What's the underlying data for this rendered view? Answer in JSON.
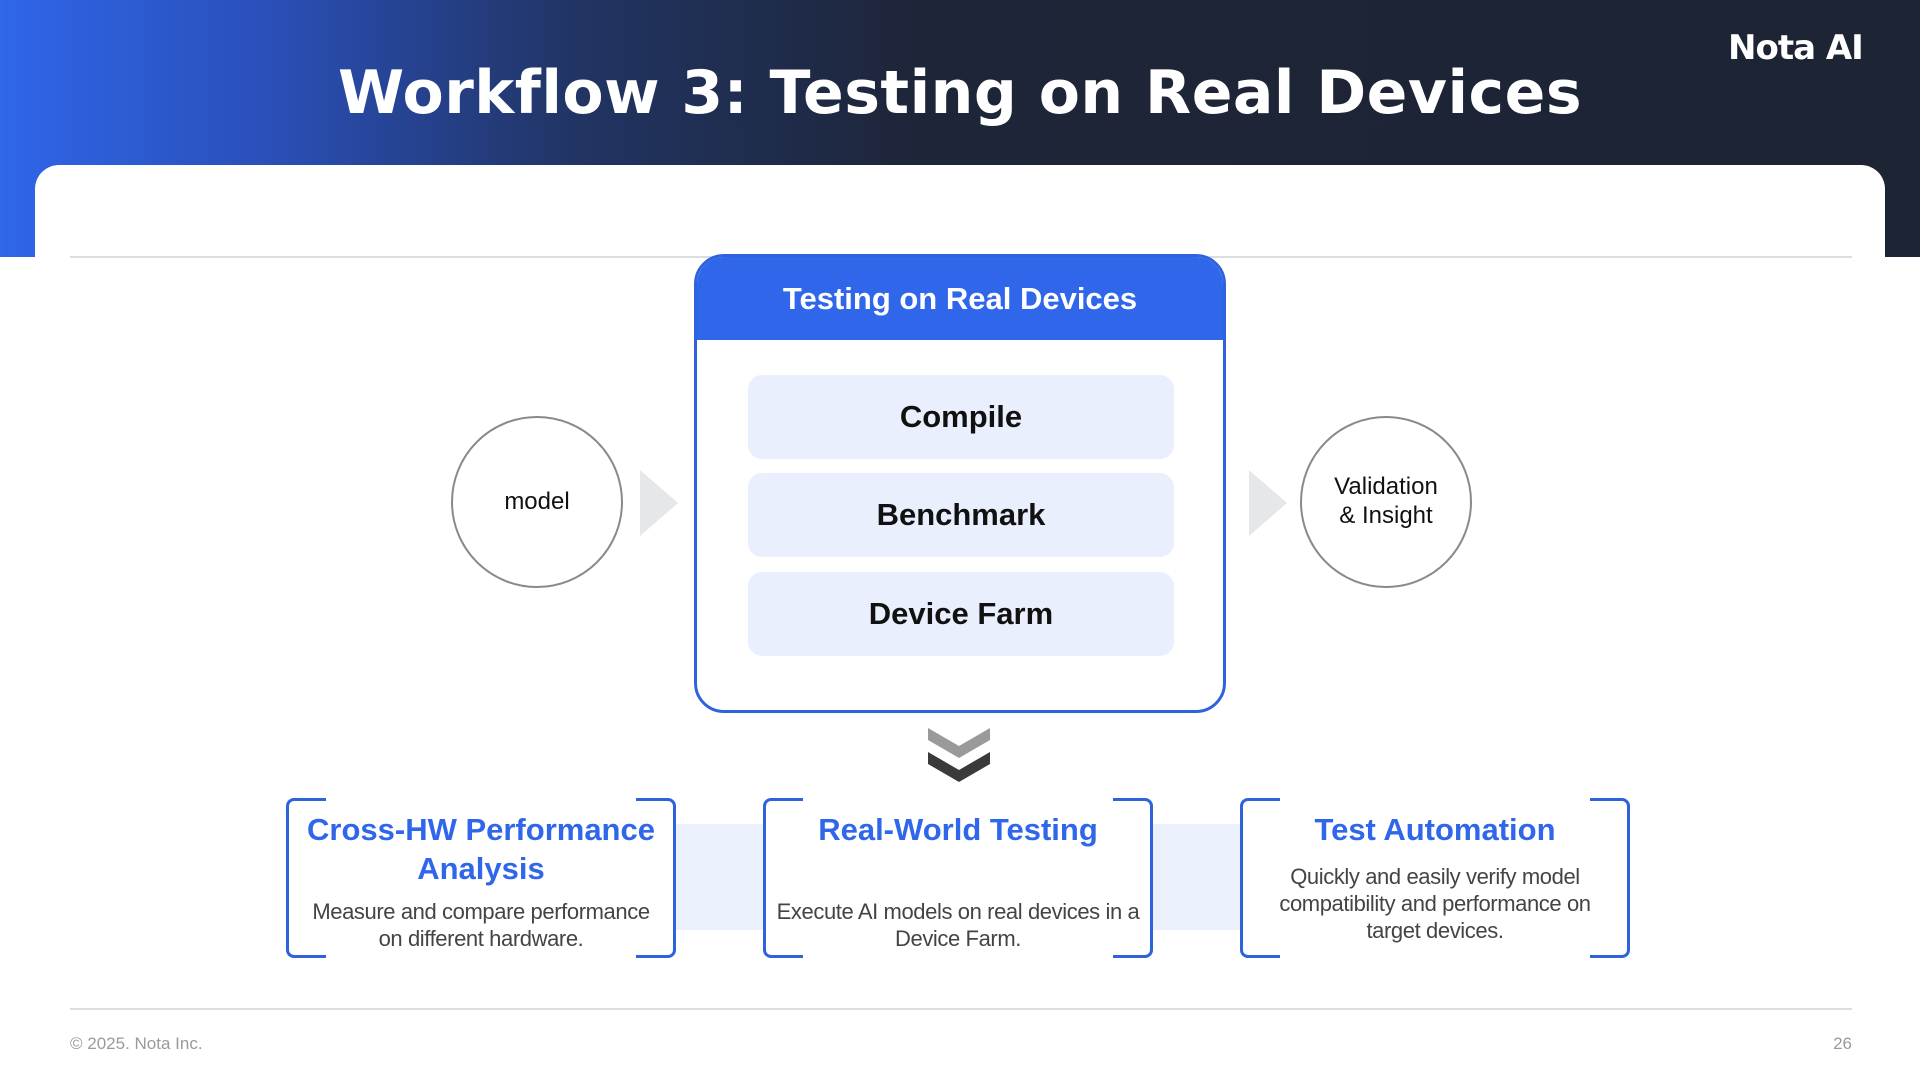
{
  "header": {
    "title": "Workflow 3: Testing on Real Devices",
    "logo_main": "Nota",
    "logo_accent": "",
    "logo_suffix": " AI"
  },
  "diagram": {
    "input_node": "model",
    "output_node": "Validation\n& Insight",
    "process": {
      "title": "Testing on Real Devices",
      "steps": [
        "Compile",
        "Benchmark",
        "Device Farm"
      ]
    }
  },
  "features": [
    {
      "title": "Cross-HW Performance Analysis",
      "description": "Measure and compare performance on different hardware."
    },
    {
      "title": "Real-World Testing",
      "description": "Execute AI models on real devices in a Device Farm."
    },
    {
      "title": "Test Automation",
      "description": "Quickly and easily verify model compatibility and performance on target devices."
    }
  ],
  "footer": {
    "copyright": "© 2025. Nota Inc.",
    "page_number": "26"
  },
  "colors": {
    "accent": "#2f66ea",
    "header_dark": "#1d2433",
    "step_fill": "#e9effd",
    "logo_accent": "#4fc3f7"
  }
}
